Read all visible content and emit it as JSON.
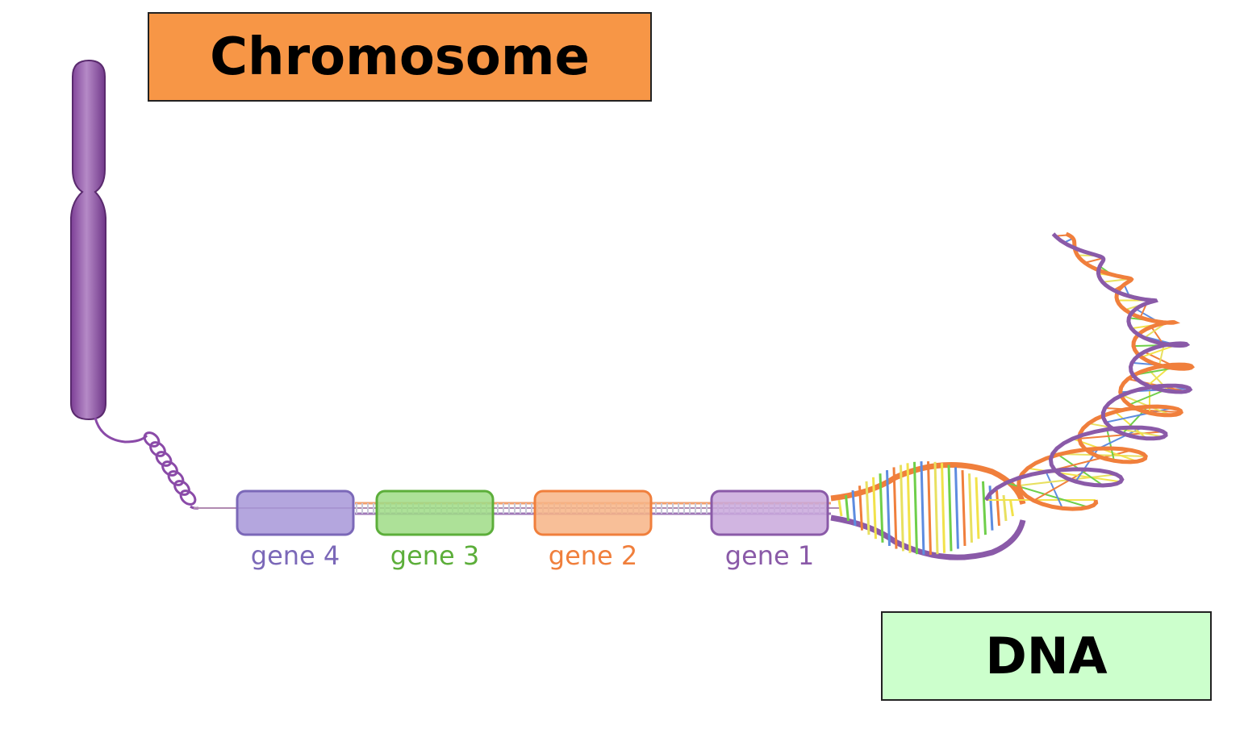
{
  "labels": {
    "chromosome": "Chromosome",
    "dna": "DNA"
  },
  "genes": [
    {
      "label": "gene 4",
      "color": "#7b68b8",
      "fill": "#a797d8"
    },
    {
      "label": "gene 3",
      "color": "#5cae3a",
      "fill": "#9fdc86"
    },
    {
      "label": "gene 2",
      "color": "#f07f3c",
      "fill": "#f7b486"
    },
    {
      "label": "gene 1",
      "color": "#8a5aa8",
      "fill": "#c9a8dc"
    }
  ],
  "colors": {
    "chromosome_label_bg": "#f79646",
    "dna_label_bg": "#ccffcc",
    "chromosome": "#9b5fb3",
    "helix_orange": "#f07f3c",
    "helix_purple": "#8a5aa8"
  }
}
